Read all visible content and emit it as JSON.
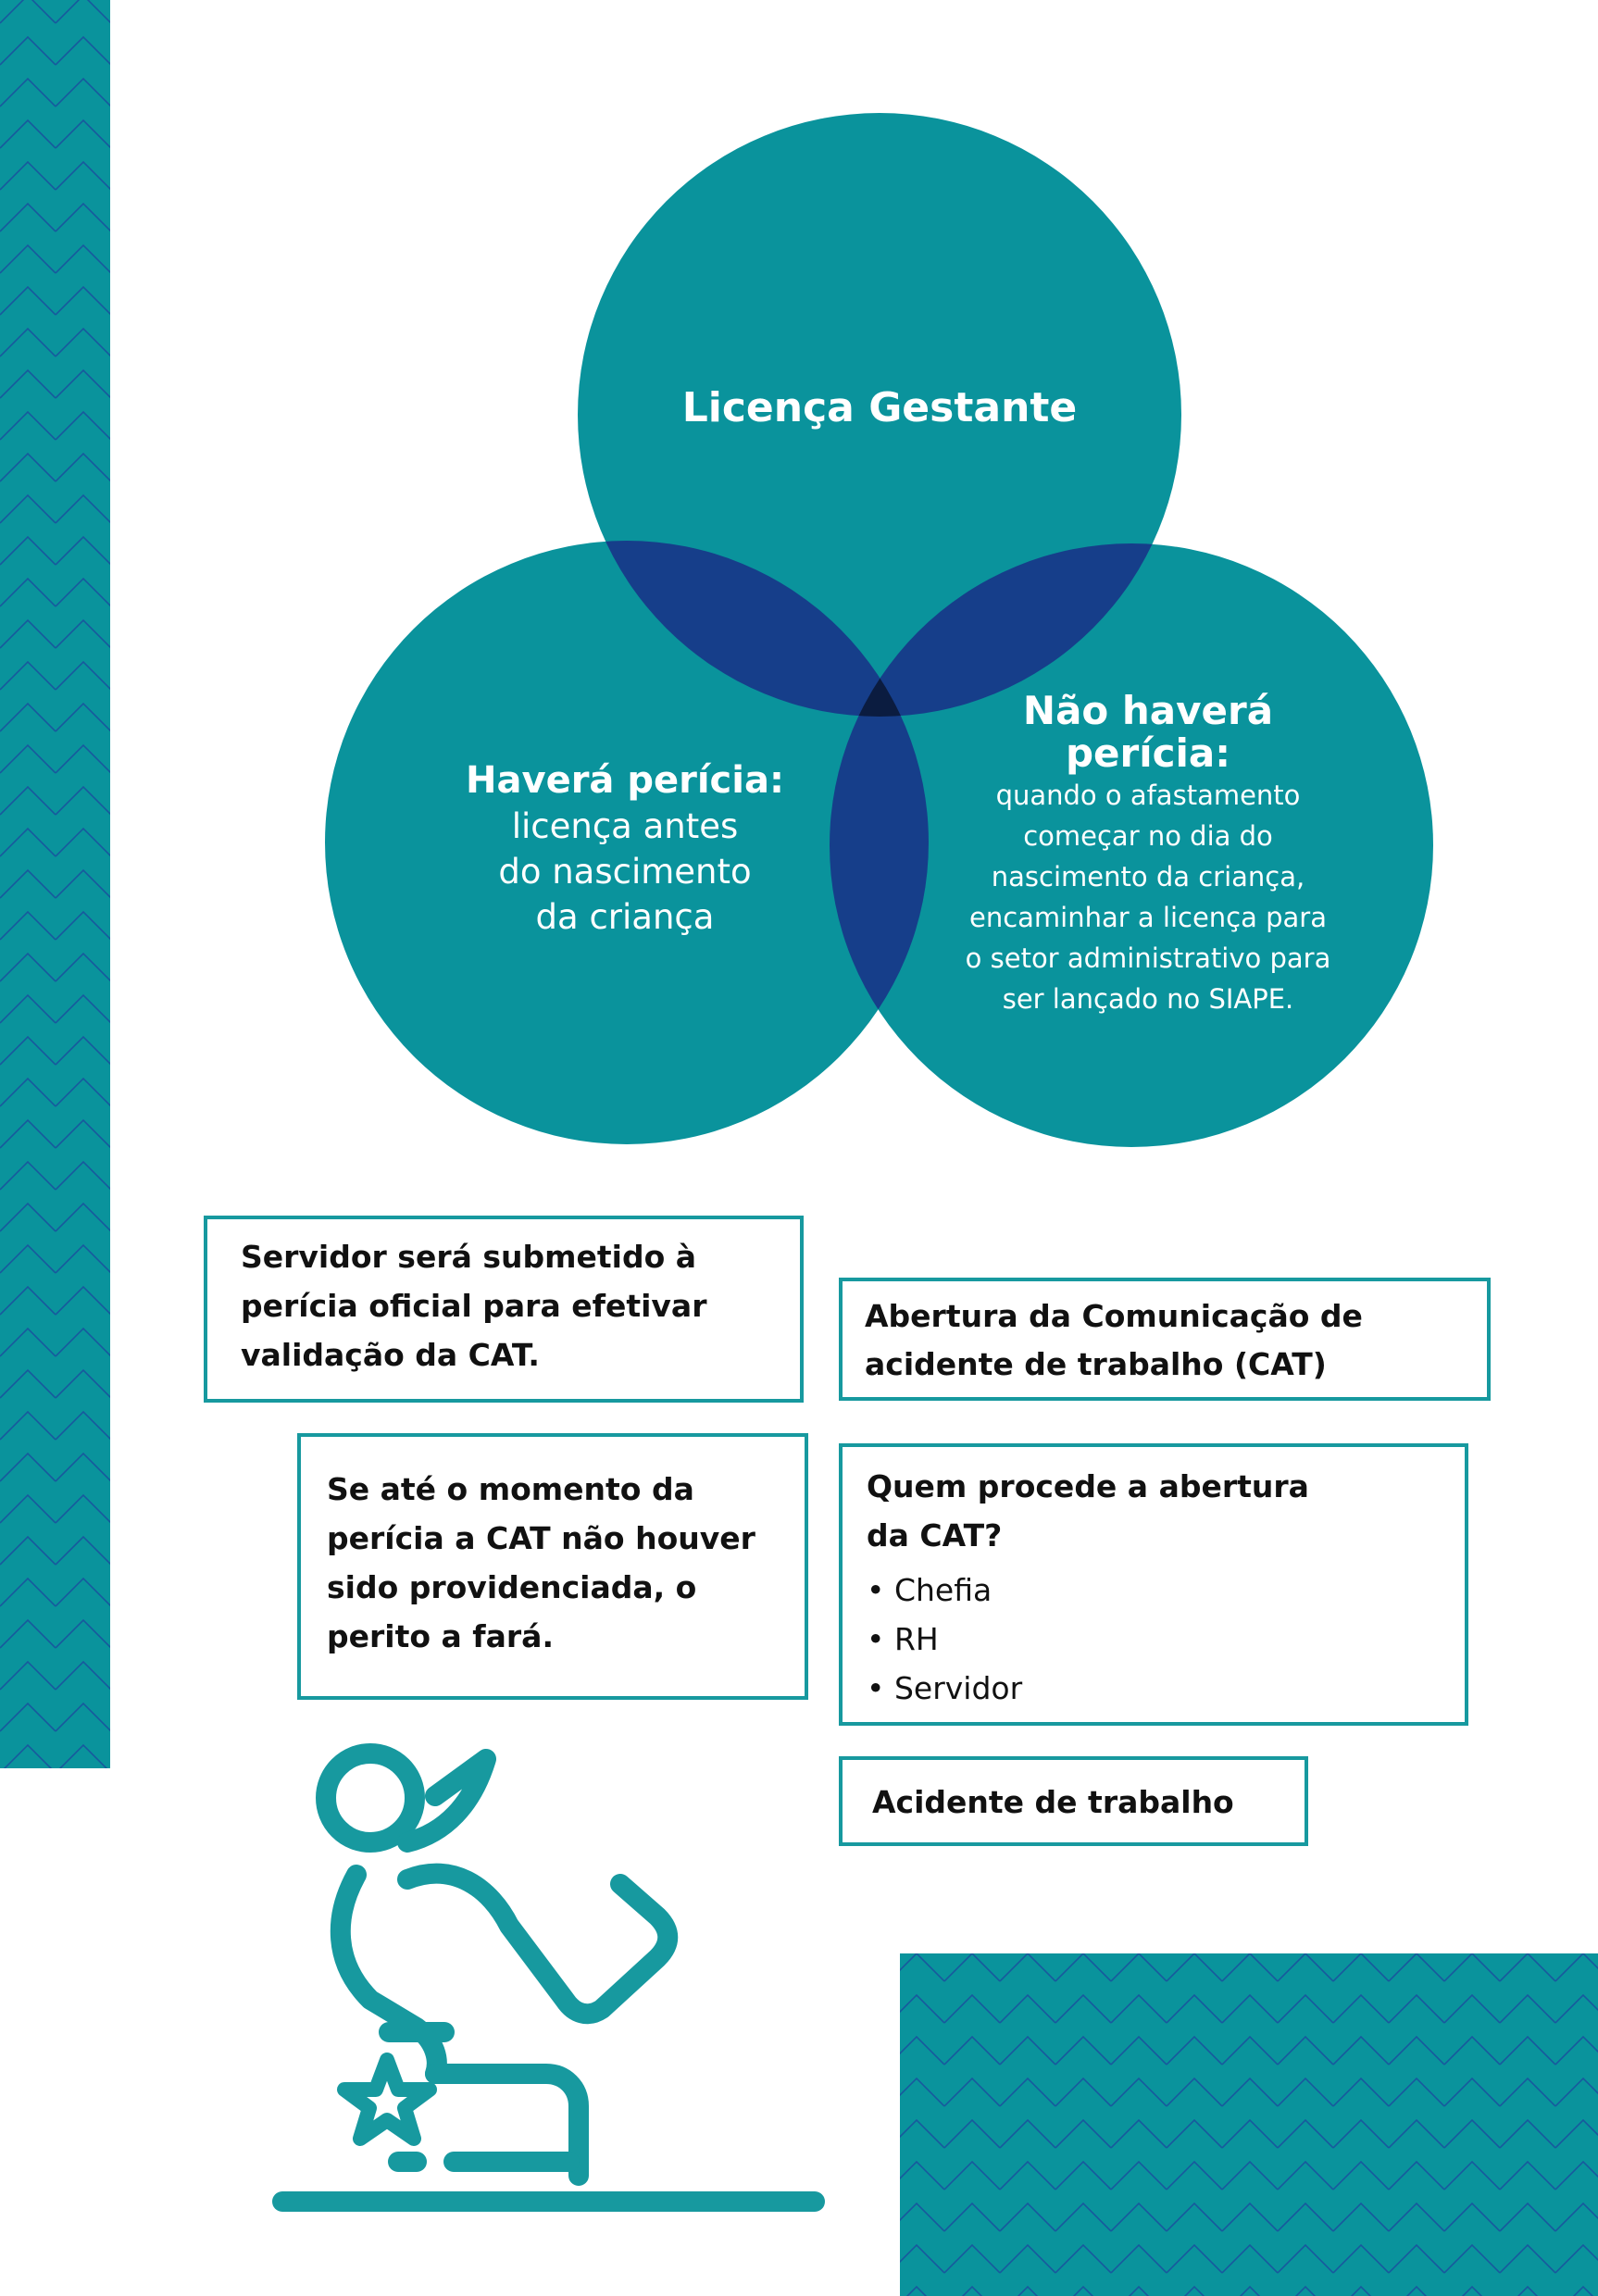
{
  "colors": {
    "teal": "#0a939c",
    "overlap": "#163e8a",
    "center": "#0b1c40",
    "stripe": "#1a4f9e",
    "border": "#17999f",
    "text": "#111111"
  },
  "venn": {
    "top": {
      "title": "Licença Gestante"
    },
    "left": {
      "title": "Haverá perícia:",
      "lines": [
        "licença antes",
        "do nascimento",
        "da criança"
      ]
    },
    "right": {
      "title_lines": [
        "Não haverá",
        "perícia:"
      ],
      "lines": [
        "quando o afastamento",
        "começar no dia do",
        "nascimento da criança,",
        "encaminhar a licença para",
        "o setor administrativo para",
        "ser lançado no SIAPE."
      ]
    }
  },
  "boxes": {
    "validation": {
      "lines": [
        "Servidor será submetido à",
        "perícia oficial para efetivar",
        "validação da CAT."
      ]
    },
    "opening": {
      "lines": [
        "Abertura da Comunicação de",
        "acidente de trabalho (CAT)"
      ]
    },
    "expert": {
      "lines": [
        "Se até o momento da",
        "perícia a CAT não houver",
        "sido  providenciada, o",
        "perito a fará."
      ]
    },
    "who": {
      "lines": [
        "Quem procede a abertura",
        "da CAT?"
      ],
      "items": [
        "• Chefia",
        "• RH",
        "• Servidor"
      ]
    },
    "accident": {
      "label": "Acidente de trabalho"
    }
  },
  "icons": {
    "accident": "falling-person-icon",
    "star": "star-icon"
  }
}
